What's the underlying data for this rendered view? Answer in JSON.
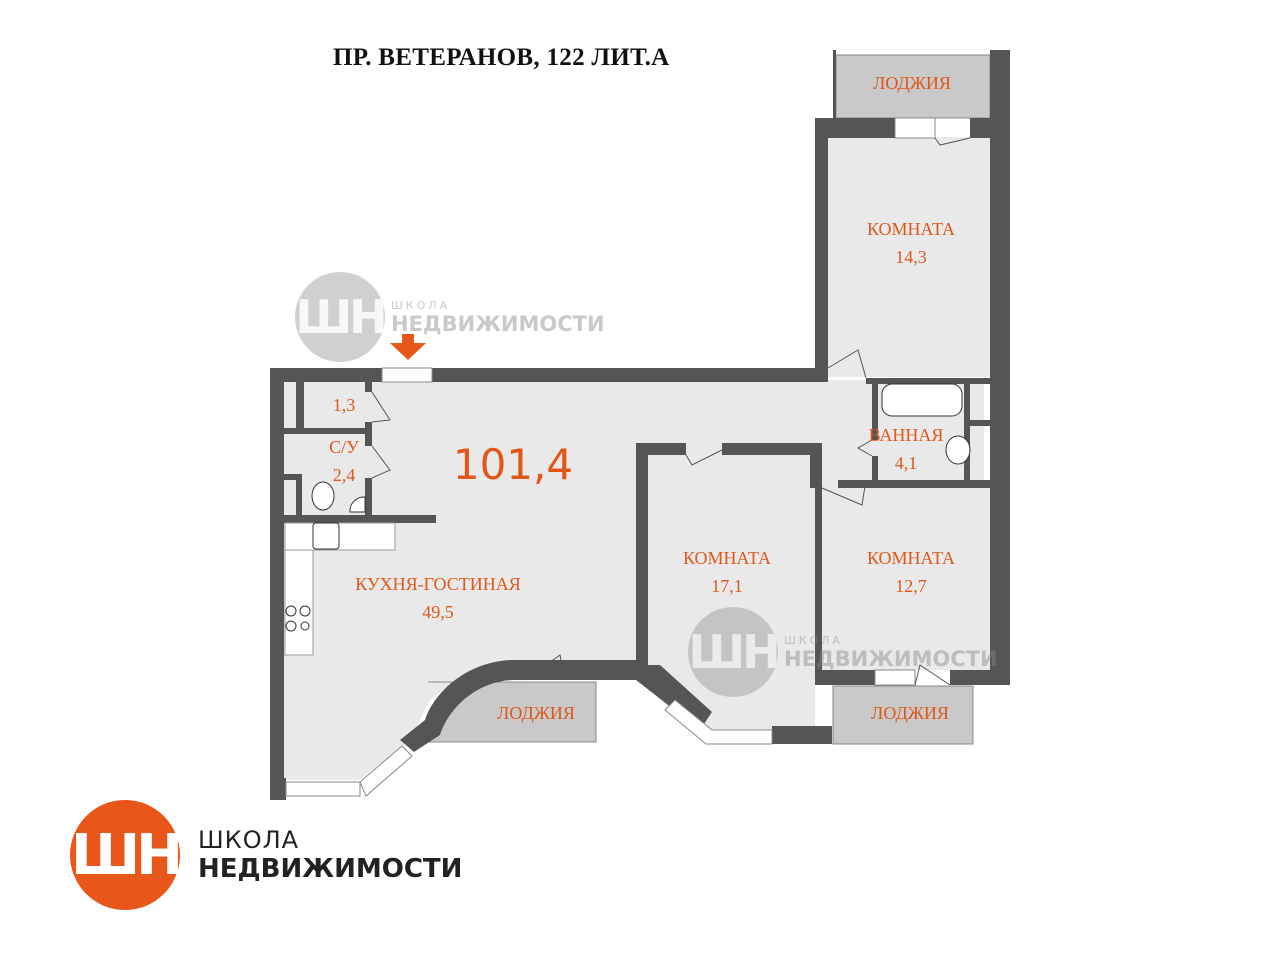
{
  "title": "ПР. ВЕТЕРАНОВ, 122 ЛИТ.А",
  "total_area": "101,4",
  "rooms": {
    "loggia_top": "ЛОДЖИЯ",
    "room1": {
      "name": "КОМНАТА",
      "area": "14,3"
    },
    "storage": {
      "area": "1,3"
    },
    "wc": {
      "name": "С/У",
      "area": "2,4"
    },
    "bath": {
      "name": "ВАННАЯ",
      "area": "4,1"
    },
    "kitchen": {
      "name": "КУХНЯ-ГОСТИНАЯ",
      "area": "49,5"
    },
    "room2": {
      "name": "КОМНАТА",
      "area": "17,1"
    },
    "room3": {
      "name": "КОМНАТА",
      "area": "12,7"
    },
    "loggia_left": "ЛОДЖИЯ",
    "loggia_right": "ЛОДЖИЯ"
  },
  "logo": {
    "monogram": "ШН",
    "line1": "ШКОЛА",
    "line2": "НЕДВИЖИМОСТИ"
  },
  "colors": {
    "accent": "#e0571a",
    "wall": "#555555",
    "floor": "#e9e9e9",
    "loggia": "#c9c9c9"
  }
}
